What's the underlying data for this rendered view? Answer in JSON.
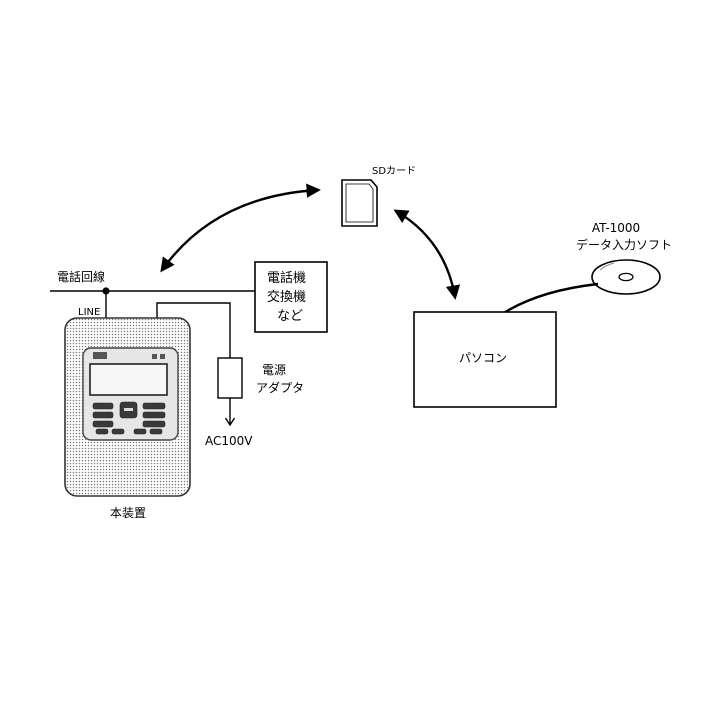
{
  "labels": {
    "sd_card": "SDカード",
    "software_name": "AT-1000",
    "software_desc": "データ入力ソフト",
    "pc": "パソコン",
    "phone_line": "電話回線",
    "line_port": "LINE",
    "phone_box": [
      "電話機",
      "交換機",
      "など"
    ],
    "power_adapter": [
      "電源",
      "アダプタ"
    ],
    "ac_power": "AC100V",
    "device": "本装置"
  },
  "colors": {
    "stroke": "#000000",
    "grille_dot": "#7a7a7a",
    "panel": "#e6e6e6",
    "button": "#3a3a3a"
  }
}
